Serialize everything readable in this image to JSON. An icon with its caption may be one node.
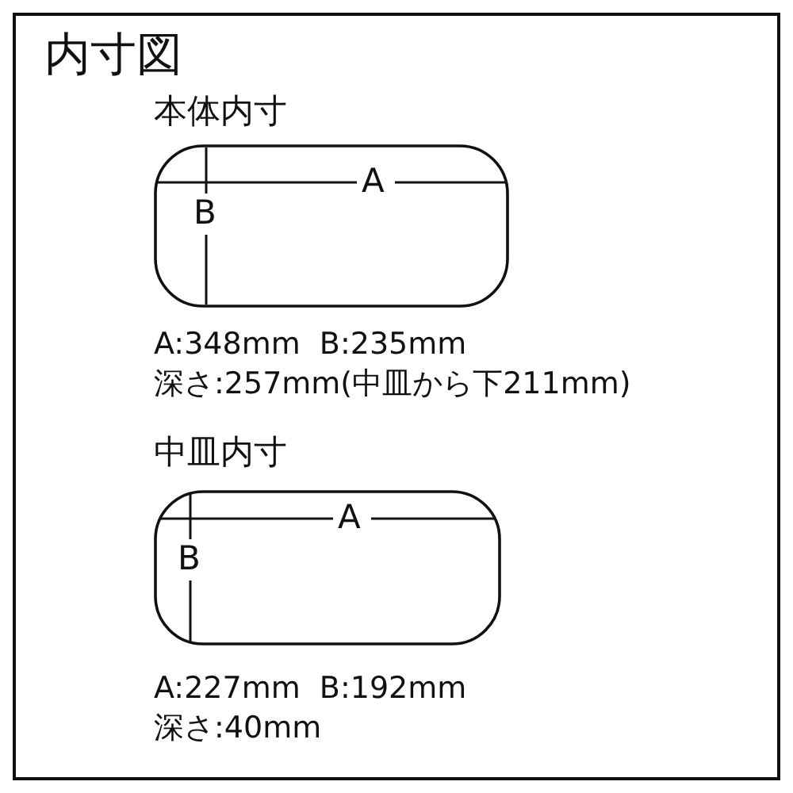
{
  "diagram": {
    "title": "内寸図",
    "nodes": [
      {
        "text": [
          "本体内寸",
          "A",
          "B"
        ],
        "beside": [
          "A:348mm  B:235mm",
          "深さ:257mm(中皿から下211mm)"
        ]
      },
      {
        "text": [
          "中皿内寸",
          "A",
          "B"
        ],
        "beside": [
          "A:227mm  B:192mm",
          "深さ:40mm"
        ]
      }
    ]
  }
}
